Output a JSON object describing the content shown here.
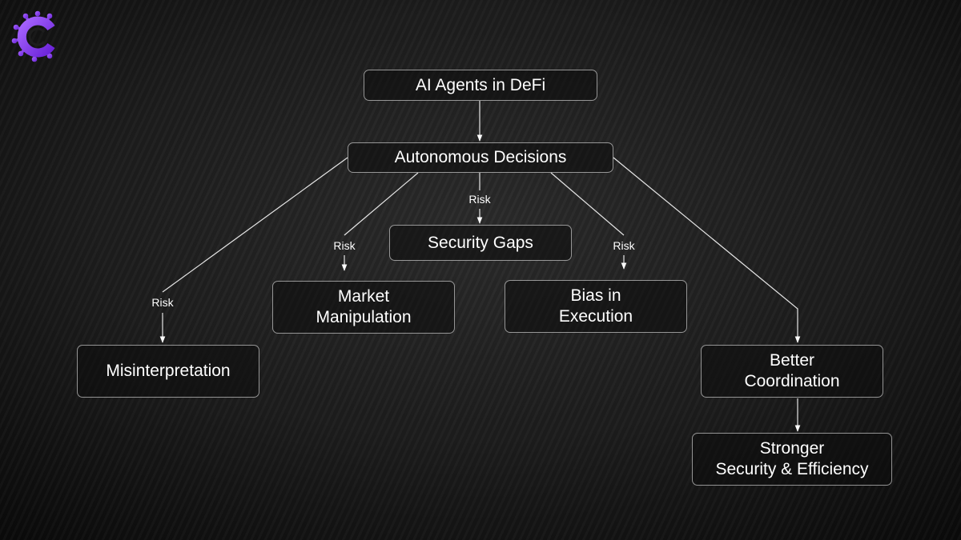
{
  "logo": {
    "name": "logo-icon",
    "color": "#8a3ff0"
  },
  "nodes": {
    "root": "AI Agents in DeFi",
    "decisions": "Autonomous Decisions",
    "security_gaps": "Security Gaps",
    "market_manipulation": "Market\nManipulation",
    "bias_execution": "Bias in\nExecution",
    "misinterpretation": "Misinterpretation",
    "better_coordination": "Better\nCoordination",
    "stronger_security": "Stronger\nSecurity & Efficiency"
  },
  "edge_labels": {
    "risk_security": "Risk",
    "risk_market": "Risk",
    "risk_bias": "Risk",
    "risk_misinterpretation": "Risk"
  },
  "colors": {
    "background": "#1e1e1e",
    "node_border": "#b5b5b5",
    "text": "#ffffff",
    "accent": "#8a3ff0"
  }
}
